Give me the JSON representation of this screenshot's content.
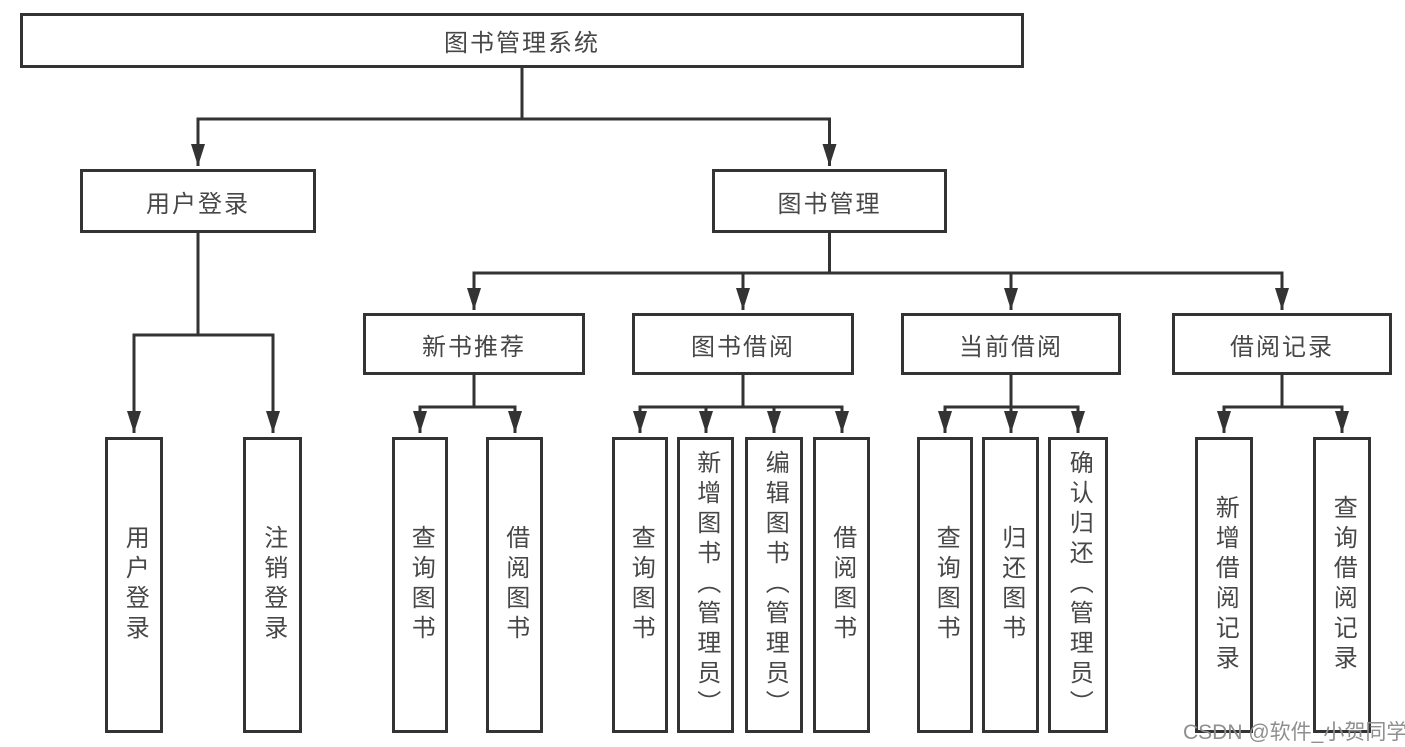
{
  "diagram": {
    "root": "图书管理系统",
    "level2": [
      "用户登录",
      "图书管理"
    ],
    "level3": [
      "新书推荐",
      "图书借阅",
      "当前借阅",
      "借阅记录"
    ],
    "leaves": {
      "user_login": [
        "用户登录",
        "注销登录"
      ],
      "new_book": [
        "查询图书",
        "借阅图书"
      ],
      "book_borrow": [
        "查询图书",
        "新增图书（管理员）",
        "编辑图书（管理员）",
        "借阅图书"
      ],
      "current": [
        "查询图书",
        "归还图书",
        "确认归还（管理员）"
      ],
      "records": [
        "新增借阅记录",
        "查询借阅记录"
      ]
    }
  },
  "watermark": "CSDN @软件_小贺同学",
  "colors": {
    "line": "#333333",
    "box_border": "#333333",
    "text": "#474747",
    "watermark": "#8f8f8f"
  }
}
